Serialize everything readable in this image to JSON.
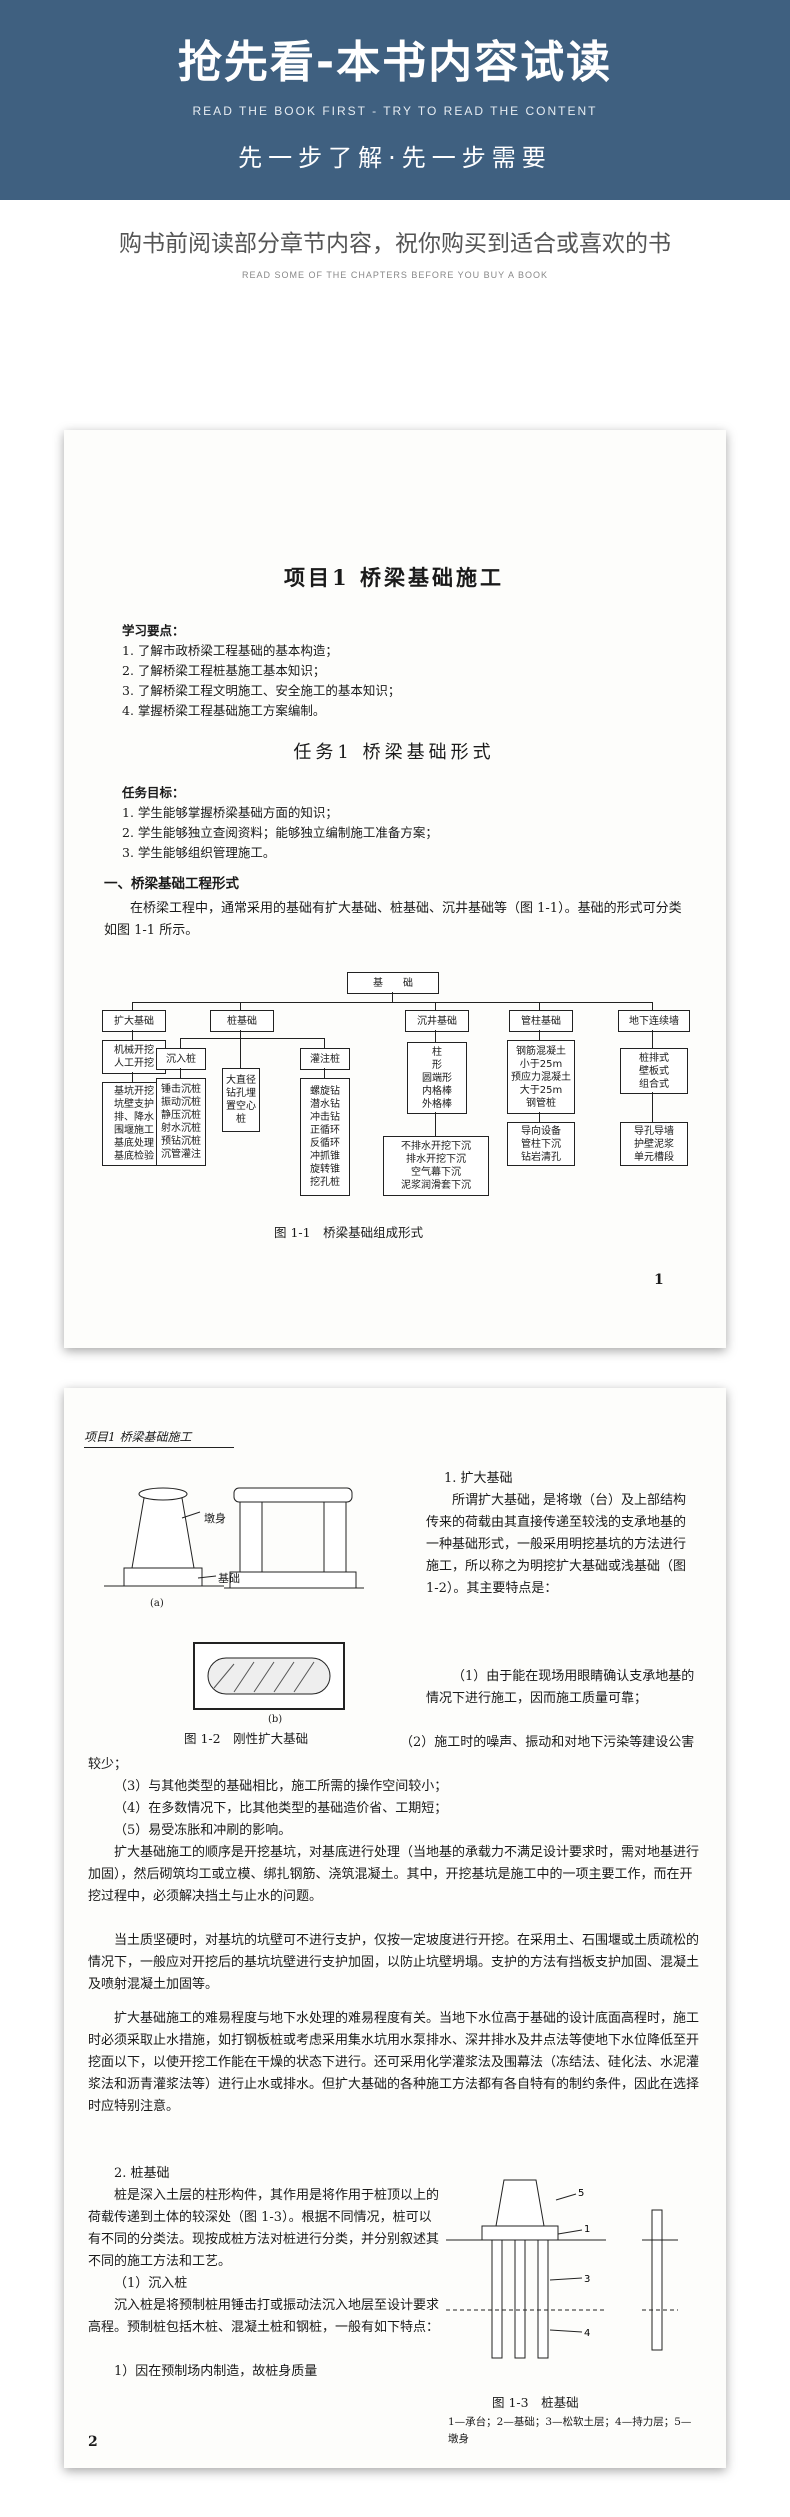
{
  "banner": {
    "title": "抢先看-本书内容试读",
    "subtitle_en": "READ THE BOOK FIRST - TRY TO READ THE CONTENT",
    "tagline": "先一步了解·先一步需要"
  },
  "intro": {
    "text": "购书前阅读部分章节内容，祝你购买到适合或喜欢的书",
    "text_en": "READ SOME OF THE CHAPTERS BEFORE YOU BUY A BOOK"
  },
  "page1": {
    "project_title": "项目1  桥梁基础施工",
    "study_heading": "学习要点：",
    "study_points": [
      "1. 了解市政桥梁工程基础的基本构造；",
      "2. 了解桥梁工程桩基施工基本知识；",
      "3. 了解桥梁工程文明施工、安全施工的基本知识；",
      "4. 掌握桥梁工程基础施工方案编制。"
    ],
    "task_title": "任务1  桥梁基础形式",
    "goal_heading": "任务目标：",
    "goals": [
      "1. 学生能够掌握桥梁基础方面的知识；",
      "2. 学生能够独立查阅资料；能够独立编制施工准备方案；",
      "3. 学生能够组织管理施工。"
    ],
    "section_title": "一、桥梁基础工程形式",
    "para": "在桥梁工程中，通常采用的基础有扩大基础、桩基础、沉井基础等（图 1-1）。基础的形式可分类如图 1-1 所示。",
    "diagram": {
      "root": "基　　础",
      "l1": [
        "扩大基础",
        "桩基础",
        "沉井基础",
        "管柱基础",
        "地下连续墙"
      ],
      "kuoda_1": "机械开挖\n人工开挖",
      "kuoda_2": "基坑开挖\n坑壁支护\n排、降水\n围堰施工\n基底处理\n基底检验",
      "zhuang_l2": [
        "沉入桩",
        "大直径钻孔埋置空心桩",
        "灌注桩"
      ],
      "chenru": "锤击沉桩\n振动沉桩\n静压沉桩\n射水沉桩\n预钻沉桩\n沉管灌注",
      "guanzhu": "螺旋钻\n潜水钻\n冲击钻\n正循环\n反循环\n冲抓锥\n旋转锥\n挖孔桩",
      "chenjing_1": "柱\n形\n圆端形\n内格棒\n外格棒",
      "chenjing_2": "不排水开挖下沉\n排水开挖下沉\n空气幕下沉\n泥浆润滑套下沉",
      "guanzhu_1": "钢筋混凝土\n小于25m\n预应力混凝土\n大于25m\n钢管桩",
      "guanzhu_2": "导向设备\n管柱下沉\n钻岩清孔",
      "lianxu_1": "桩排式\n壁板式\n组合式",
      "lianxu_2": "导孔导墙\n护壁泥浆\n单元槽段"
    },
    "caption": "图 1-1　桥梁基础组成形式",
    "page_number": "1"
  },
  "page2": {
    "header": "项目1  桥梁基础施工",
    "fig_labels": {
      "dun": "墩身",
      "jichu": "基础",
      "a": "(a)",
      "b": "(b)"
    },
    "fig12_caption": "图 1-2　刚性扩大基础",
    "h1": "1. 扩大基础",
    "p1": "所谓扩大基础，是将墩（台）及上部结构传来的荷载由其直接传递至较浅的支承地基的一种基础形式，一般采用明挖基坑的方法进行施工，所以称之为明挖扩大基础或浅基础（图 1-2）。其主要特点是：",
    "p2": "（1）由于能在现场用眼睛确认支承地基的情况下进行施工，因而施工质量可靠；",
    "p3": "（2）施工时的噪声、振动和对地下污染等建设公害较少；",
    "p4": "（3）与其他类型的基础相比，施工所需的操作空间较小；",
    "p5": "（4）在多数情况下，比其他类型的基础造价省、工期短；",
    "p6": "（5）易受冻胀和冲刷的影响。",
    "p7": "扩大基础施工的顺序是开挖基坑，对基底进行处理（当地基的承载力不满足设计要求时，需对地基进行加固），然后砌筑均工或立模、绑扎钢筋、浇筑混凝土。其中，开挖基坑是施工中的一项主要工作，而在开挖过程中，必须解决挡土与止水的问题。",
    "p8": "当土质坚硬时，对基坑的坑壁可不进行支护，仅按一定坡度进行开挖。在采用土、石围堰或土质疏松的情况下，一般应对开挖后的基坑坑壁进行支护加固，以防止坑壁坍塌。支护的方法有挡板支护加固、混凝土及喷射混凝土加固等。",
    "p9": "扩大基础施工的难易程度与地下水处理的难易程度有关。当地下水位高于基础的设计底面高程时，施工时必须采取止水措施，如打钢板桩或考虑采用集水坑用水泵排水、深井排水及井点法等使地下水位降低至开挖面以下，以使开挖工作能在干燥的状态下进行。还可采用化学灌浆法及围幕法（冻结法、硅化法、水泥灌浆法和沥青灌浆法等）进行止水或排水。但扩大基础的各种施工方法都有各自特有的制约条件，因此在选择时应特别注意。",
    "h2": "2. 桩基础",
    "p10": "桩是深入土层的柱形构件，其作用是将作用于桩顶以上的荷载传递到土体的较深处（图 1-3）。根据不同情况，桩可以有不同的分类法。现按成桩方法对桩进行分类，并分别叙述其不同的施工方法和工艺。",
    "h3": "（1）沉入桩",
    "p11": "沉入桩是将预制桩用锤击打或振动法沉入地层至设计要求高程。预制桩包括木桩、混凝土桩和钢桩，一般有如下特点：",
    "p12": "1）因在预制场内制造，故桩身质量",
    "fig13_caption": "图 1-3　桩基础",
    "fig13_legend": "1—承台；2—基础；3—松软土层；4—持力层；5—墩身",
    "page_number": "2"
  }
}
